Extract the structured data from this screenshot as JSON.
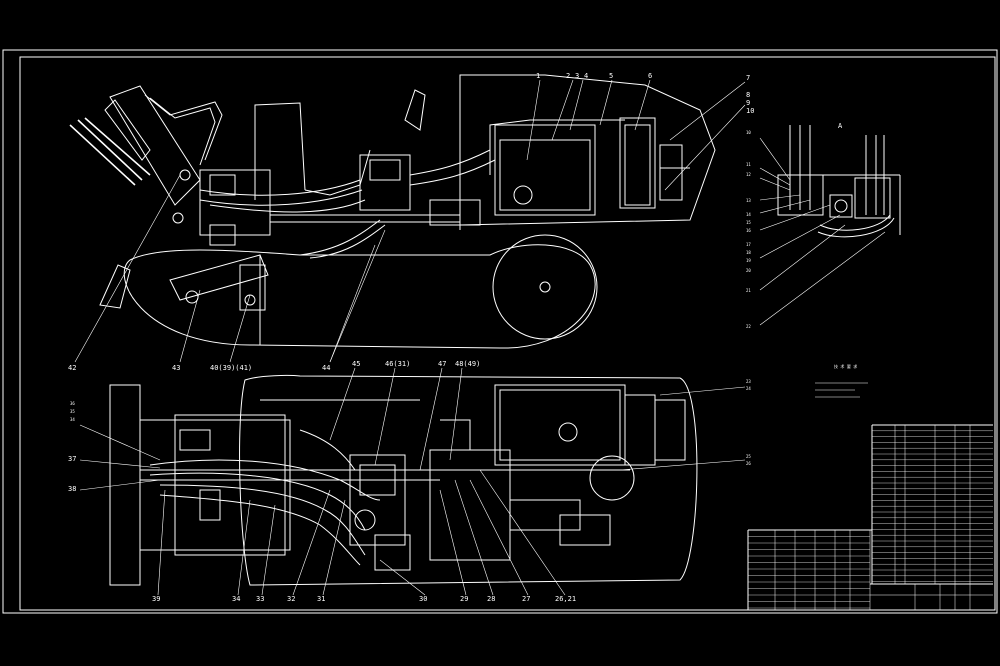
{
  "colors": {
    "background": "#000000",
    "lines": "#ffffff"
  },
  "side_view": {
    "callouts_top": [
      "1",
      "2",
      "3",
      "4",
      "5",
      "6",
      "7",
      "8",
      "9",
      "10"
    ],
    "callouts_bottom": [
      "42",
      "43",
      "40(39)(41)",
      "44"
    ]
  },
  "detail_view": {
    "title": "A",
    "callouts_left": [
      "10",
      "11",
      "12",
      "13",
      "14",
      "15",
      "16",
      "17",
      "18",
      "19",
      "20",
      "21",
      "22"
    ]
  },
  "plan_view": {
    "callouts_top": [
      "45",
      "46(31)",
      "47",
      "48(49)"
    ],
    "callouts_left": [
      "36",
      "35",
      "34",
      "37",
      "38"
    ],
    "callouts_right": [
      "23",
      "24",
      "25",
      "26"
    ],
    "callouts_bottom": [
      "39",
      "34",
      "33",
      "32",
      "31",
      "30",
      "29",
      "28",
      "27",
      "26,21"
    ]
  },
  "notes": {
    "heading": "技 术 要 求"
  }
}
